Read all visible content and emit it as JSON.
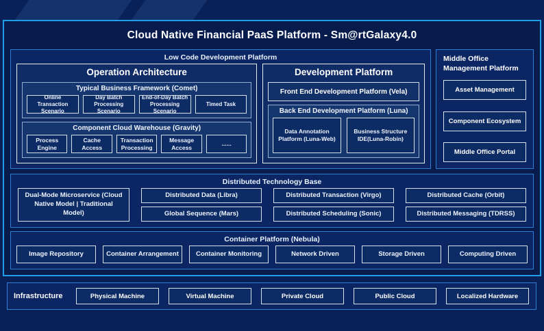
{
  "title": "Cloud Native Financial PaaS Platform - Sm@rtGalaxy4.0",
  "low_code": {
    "header": "Low Code Development Platform",
    "operation_architecture": {
      "title": "Operation Architecture",
      "typical_business": {
        "title": "Typical Business Framework (Comet)",
        "items": [
          "Online Transaction Scenario",
          "Day Batch Processing Scenario",
          "End-of-Day Batch Processing Scenario",
          "Timed Task"
        ]
      },
      "component_cloud": {
        "title": "Component Cloud Warehouse (Gravity)",
        "items": [
          "Process Engine",
          "Cache Access",
          "Transaction Processing",
          "Message Access",
          "......"
        ]
      }
    },
    "development_platform": {
      "title": "Development Platform",
      "front_end": "Front End Development Platform (Vela)",
      "back_end": {
        "title": "Back End Development Platform (Luna)",
        "items": [
          "Data Annotation Platform (Luna-Web)",
          "Business Structure IDE(Luna-Robin)"
        ]
      }
    }
  },
  "middle_office": {
    "header": "Middle Office Management Platform",
    "items": [
      "Asset Management",
      "Component Ecosystem",
      "Middle Office Portal"
    ]
  },
  "distributed": {
    "header": "Distributed Technology Base",
    "tall_item": "Dual-Mode Microservice (Cloud Native Model | Traditional Model)",
    "items": [
      "Distributed Data (Libra)",
      "Distributed Transaction (Virgo)",
      "Distributed Cache (Orbit)",
      "Global Sequence (Mars)",
      "Distributed Scheduling (Sonic)",
      "Distributed Messaging (TDRSS)"
    ]
  },
  "container_platform": {
    "header": "Container Platform (Nebula)",
    "items": [
      "Image Repository",
      "Container Arrangement",
      "Container Monitoring",
      "Network Driven",
      "Storage Driven",
      "Computing Driven"
    ]
  },
  "infrastructure": {
    "label": "Infrastructure",
    "items": [
      "Physical Machine",
      "Virtual Machine",
      "Private Cloud",
      "Public Cloud",
      "Localized Hardware"
    ]
  },
  "colors": {
    "page_background": "#0a2158",
    "panel_background": "#071c4c",
    "outer_border": "#1e9fe8",
    "section_border": "#2b7fd6",
    "highlight_border": "#e8eef8",
    "item_border": "#d7e1f0"
  }
}
